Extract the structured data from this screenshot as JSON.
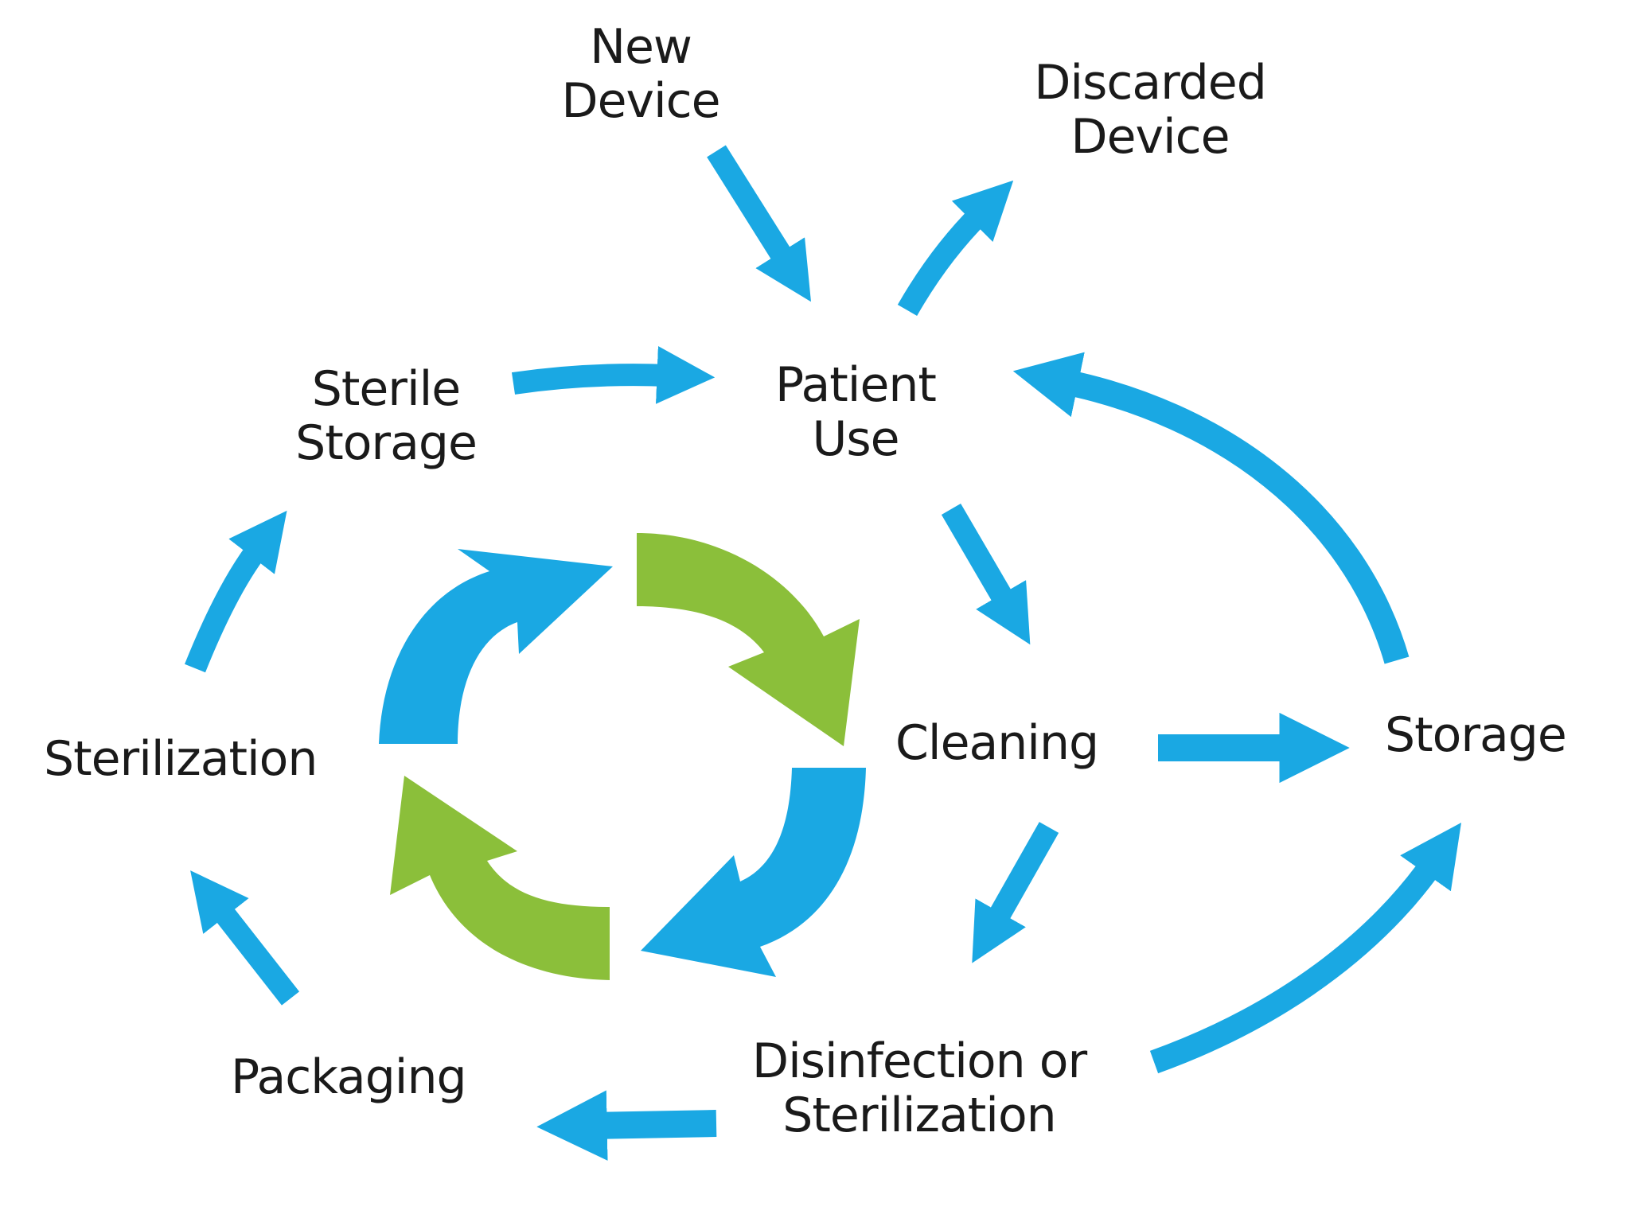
{
  "colors": {
    "blue": "#1AA8E3",
    "green": "#8BBF3A",
    "text": "#1a1a1a",
    "background": "#ffffff"
  },
  "nodes": {
    "new_device": "New\nDevice",
    "discarded_device": "Discarded\nDevice",
    "sterile_storage": "Sterile\nStorage",
    "patient_use": "Patient\nUse",
    "sterilization": "Sterilization",
    "cleaning": "Cleaning",
    "storage": "Storage",
    "packaging": "Packaging",
    "disinfection_or_sterilization": "Disinfection or\nSterilization"
  },
  "flows": [
    {
      "from": "New Device",
      "to": "Patient Use"
    },
    {
      "from": "Patient Use",
      "to": "Discarded Device"
    },
    {
      "from": "Sterile Storage",
      "to": "Patient Use"
    },
    {
      "from": "Storage",
      "to": "Patient Use"
    },
    {
      "from": "Patient Use",
      "to": "Cleaning"
    },
    {
      "from": "Cleaning",
      "to": "Storage"
    },
    {
      "from": "Cleaning",
      "to": "Disinfection or Sterilization"
    },
    {
      "from": "Disinfection or Sterilization",
      "to": "Storage"
    },
    {
      "from": "Disinfection or Sterilization",
      "to": "Packaging"
    },
    {
      "from": "Packaging",
      "to": "Sterilization"
    },
    {
      "from": "Sterilization",
      "to": "Sterile Storage"
    }
  ]
}
